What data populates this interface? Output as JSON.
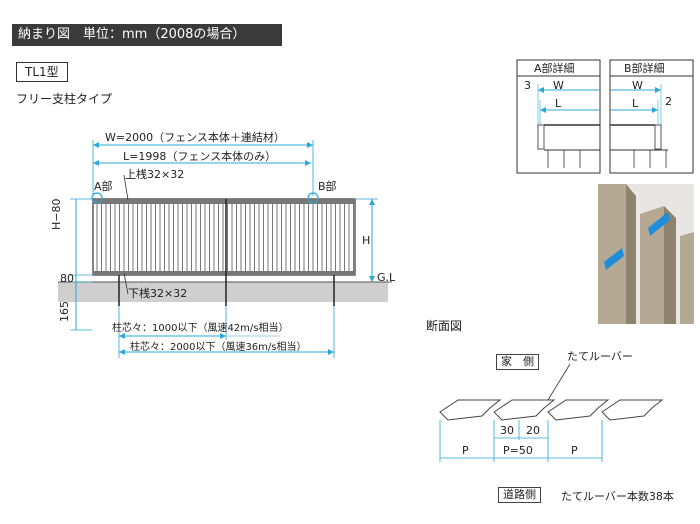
{
  "header": {
    "title": "納まり図　単位：mm（2008の場合）"
  },
  "model": {
    "label": "TL1型",
    "subtitle": "フリー支柱タイプ"
  },
  "dims": {
    "w_total": "W=2000（フェンス本体＋連結材）",
    "l_body": "L=1998（フェンス本体のみ）",
    "top_rail": "上桟32×32",
    "bottom_rail": "下桟32×32",
    "part_a": "A部",
    "part_b": "B部",
    "h_minus": "H−80",
    "h": "H",
    "gl": "G.L",
    "dim_80": "80",
    "dim_165": "165",
    "post_1000": "柱芯々：1000以下（風速42m/s相当）",
    "post_2000": "柱芯々：2000以下（風速36m/s相当）"
  },
  "detail_a": {
    "title": "A部詳細",
    "num": "3",
    "w": "W",
    "l": "L"
  },
  "detail_b": {
    "title": "B部詳細",
    "num": "2",
    "w": "W",
    "l": "L"
  },
  "section": {
    "title": "断面図",
    "house_side": "家　側",
    "louver": "たてルーバー",
    "d30": "30",
    "d20": "20",
    "p_left": "P",
    "p_mid": "P=50",
    "p_right": "P",
    "road_side": "道路側",
    "louver_count": "たてルーバー本数38本"
  },
  "colors": {
    "header_bg": "#3a3a3a",
    "accent": "#2aa8d8",
    "ground": "#cfcfcf",
    "louver": "#b5a993"
  }
}
